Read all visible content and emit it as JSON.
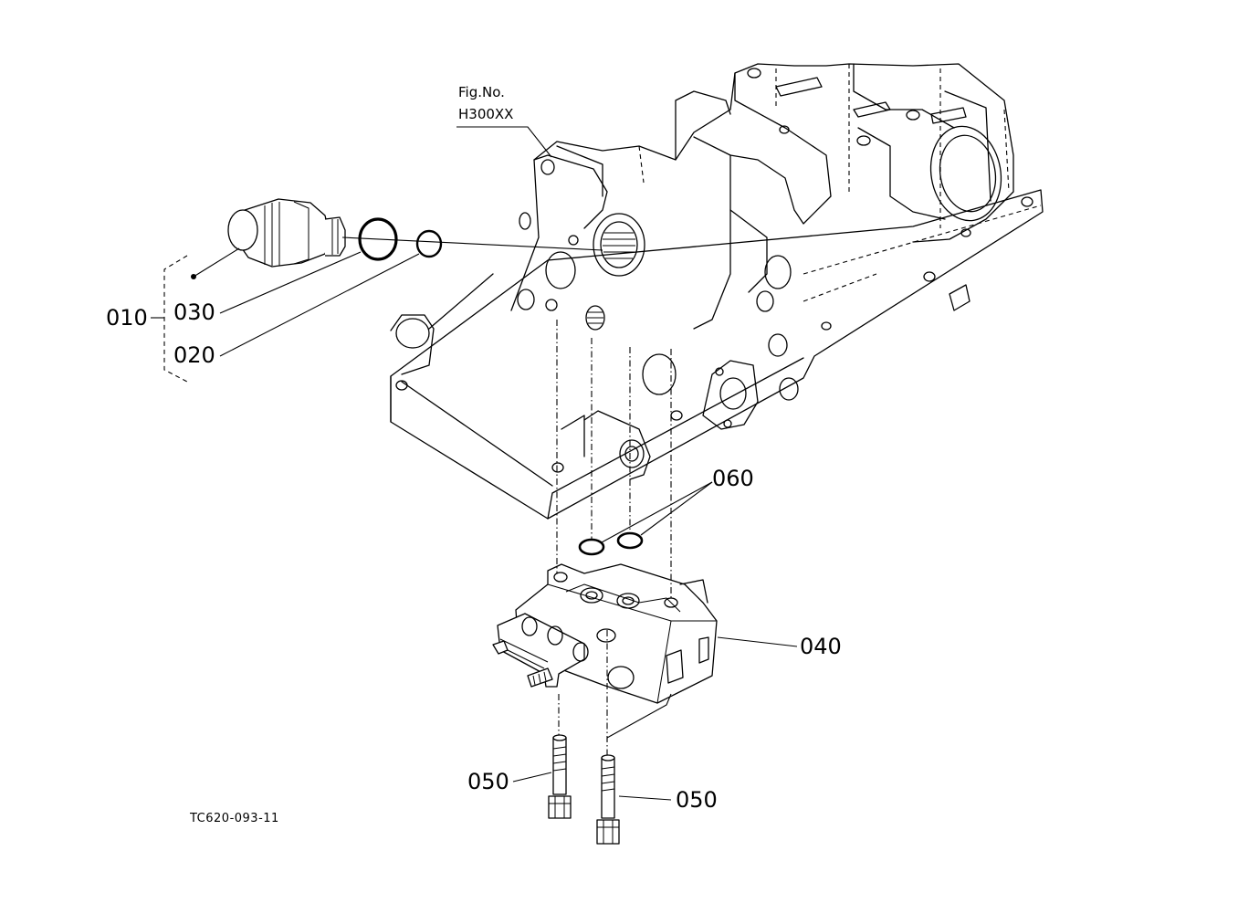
{
  "figure": {
    "reference_title": "Fig.No.",
    "reference_number": "H300XX",
    "drawing_code": "TC620-093-11"
  },
  "callouts": {
    "c010": "010",
    "c030": "030",
    "c020": "020",
    "c060": "060",
    "c040": "040",
    "c050_left": "050",
    "c050_right": "050"
  }
}
